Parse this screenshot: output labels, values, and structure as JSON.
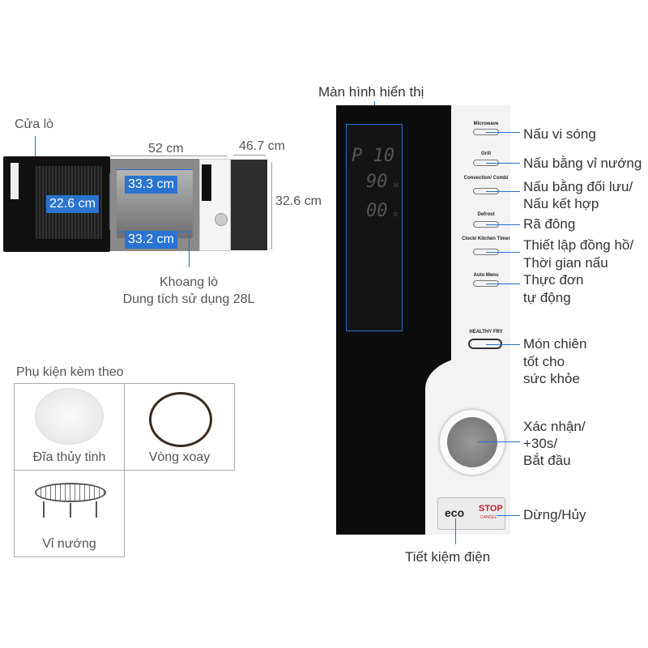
{
  "left": {
    "door_label": "Cửa lò",
    "width_dim": "52 cm",
    "depth_dim": "46.7 cm",
    "height_dim": "32.6 cm",
    "cavity_height": "22.6 cm",
    "cavity_width_top": "33.3 cm",
    "cavity_width_bottom": "33.2 cm",
    "cavity_label": "Khoang lò",
    "capacity_label": "Dung tích sử dụng 28L"
  },
  "accessories": {
    "title": "Phụ kiện kèm theo",
    "items": [
      {
        "label": "Đĩa thủy tinh"
      },
      {
        "label": "Vòng xoay"
      },
      {
        "label": "Vỉ nướng"
      }
    ]
  },
  "panel": {
    "display_label": "Màn hình hiển thị",
    "display": {
      "program": "P 10",
      "minutes": "90",
      "minutes_unit": "M",
      "seconds": "00",
      "seconds_unit": "S"
    },
    "buttons": [
      {
        "text": "Microwave",
        "desc": [
          "Nấu vi sóng"
        ]
      },
      {
        "text": "Grill",
        "desc": [
          "Nấu bằng vỉ nướng"
        ]
      },
      {
        "text": "Convection/ Combi",
        "desc": [
          "Nấu bằng đối lưu/",
          "Nấu kết hợp"
        ]
      },
      {
        "text": "Defrost",
        "desc": [
          "Rã đông"
        ]
      },
      {
        "text": "Clock/ Kitchen Timer",
        "desc": [
          "Thiết lập đồng hồ/",
          "Thời gian nấu"
        ]
      },
      {
        "text": "Auto Menu",
        "desc": [
          "Thực đơn",
          "tự động"
        ]
      },
      {
        "text": "HEALTHY FRY",
        "desc": [
          "Món chiên",
          "tốt cho",
          "sức khỏe"
        ]
      }
    ],
    "knob_desc": [
      "Xác nhận/",
      "+30s/",
      "Bắt đầu"
    ],
    "eco_text": "eco",
    "stop_text": "STOP",
    "cancel_text": "CANCEL",
    "stop_desc": "Dừng/Hủy",
    "eco_desc": "Tiết kiệm điện"
  },
  "colors": {
    "accent": "#2a74d0",
    "stop": "#c0262d"
  }
}
